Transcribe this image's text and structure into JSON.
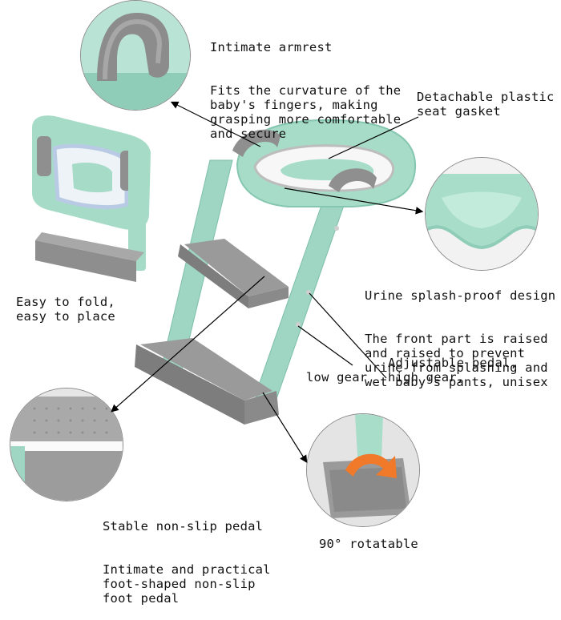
{
  "callouts": {
    "armrest": {
      "title": "Intimate armrest",
      "body": "Fits the curvature of the\nbaby's fingers, making\ngrasping more comfortable\nand secure"
    },
    "gasket": {
      "text": "Detachable plastic\nseat gasket"
    },
    "fold": {
      "text": "Easy to fold,\neasy to place"
    },
    "splash": {
      "title": "Urine splash-proof design",
      "body": "The front part is raised\nand raised to prevent\nurine from splashing and\nwet baby's pants, unisex"
    },
    "pedal_adjust": {
      "text": "Adjustable pedal,\nhigh gear,"
    },
    "low_gear": {
      "text": "low gear"
    },
    "nonslip": {
      "title": "Stable non-slip pedal",
      "body": "Intimate and practical\nfoot-shaped non-slip\nfoot pedal"
    },
    "rotatable": {
      "text": "90° rotatable"
    }
  },
  "colors": {
    "mint": "#9fd6c3",
    "mint_dark": "#7cbfa9",
    "gray": "#9a9a9a",
    "gray_dark": "#7d7d7d",
    "arrow_orange": "#f07a2a"
  }
}
